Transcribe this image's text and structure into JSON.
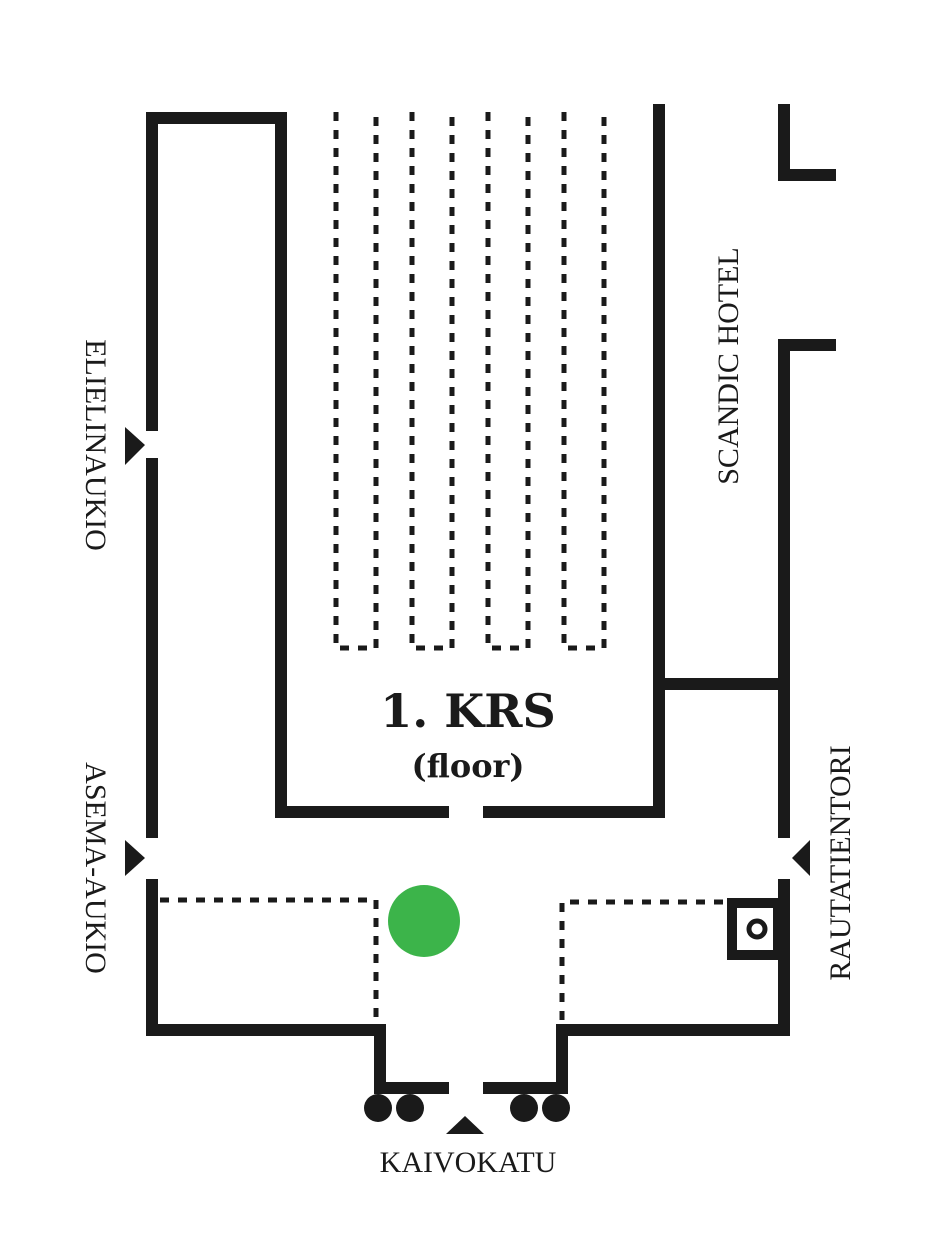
{
  "floor": {
    "title": "1. KRS",
    "subtitle": "(floor)"
  },
  "labels": {
    "west_top": "ELIELINAUKIO",
    "west_bottom": "ASEMA-AUKIO",
    "east_top": "SCANDIC HOTEL",
    "east_bottom": "RAUTATIENTORI",
    "south": "KAIVOKATU"
  },
  "colors": {
    "location_marker": "#3cb44a",
    "walls": "#1a1a1a"
  },
  "icons": {
    "entrance": "triangle-arrow-icon",
    "elevator": "elevator-icon",
    "location": "you-are-here-marker"
  }
}
